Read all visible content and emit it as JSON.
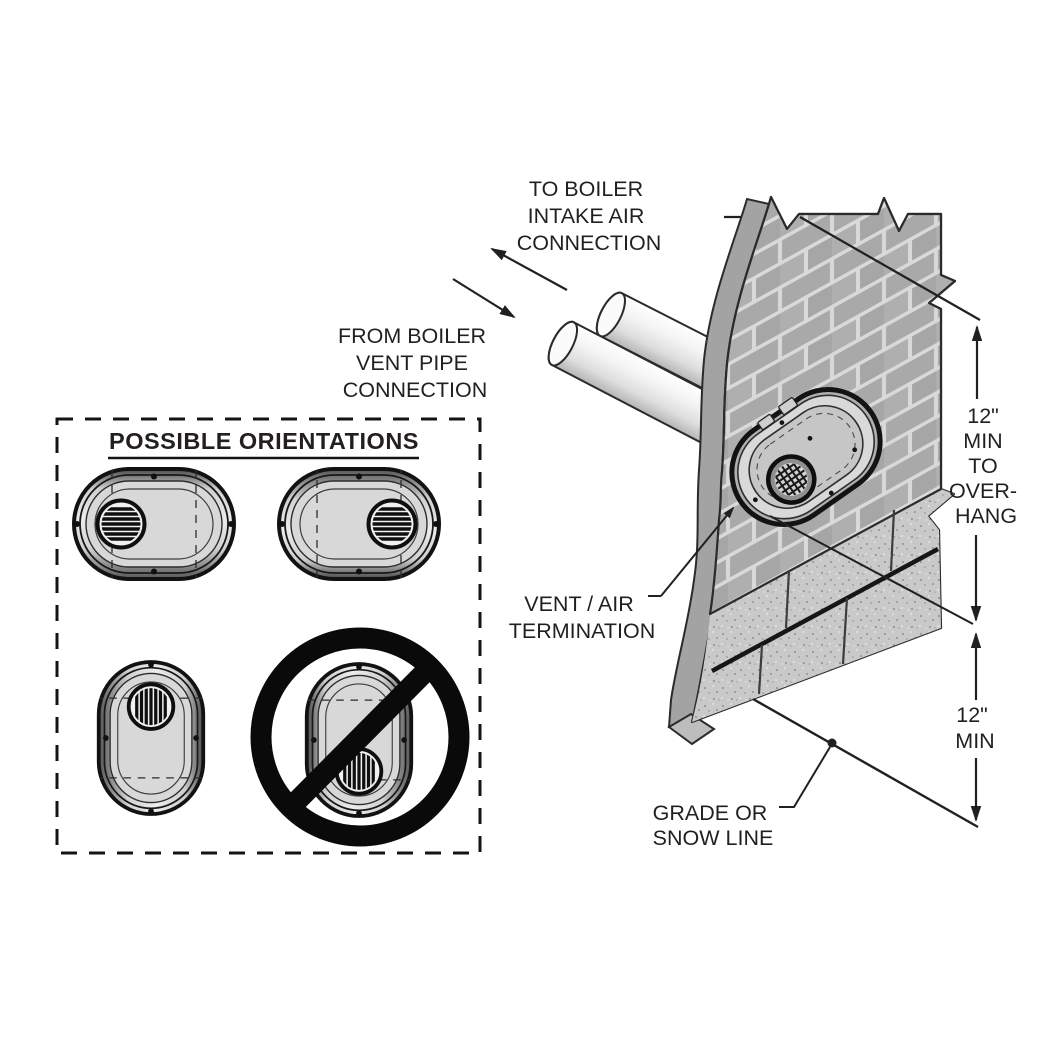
{
  "diagram": {
    "title": "POSSIBLE ORIENTATIONS",
    "labels": {
      "to_boiler": [
        "TO BOILER",
        "INTAKE AIR",
        "CONNECTION"
      ],
      "from_boiler": [
        "FROM BOILER",
        "VENT PIPE",
        "CONNECTION"
      ],
      "termination": [
        "VENT / AIR",
        "TERMINATION"
      ],
      "overhang_dim": [
        "12\"",
        "MIN",
        "TO",
        "OVER-",
        "HANG"
      ],
      "grade_dim": [
        "12\"",
        "MIN"
      ],
      "grade": [
        "GRADE OR",
        "SNOW LINE"
      ]
    },
    "dimensions": {
      "overhang_clearance": "12\" MIN TO OVERHANG",
      "grade_clearance": "12\" MIN"
    },
    "colors": {
      "line": "#231f20",
      "brick": "#a9a9a9",
      "mortar": "#d9d9d9",
      "block": "#c9c9c9",
      "wall_edge": "#a3a3a3",
      "metal_light": "#d9d9d9",
      "metal_mid": "#c6c6c6",
      "metal_dark": "#b0b0b0",
      "prohibition": "#0a0a0a",
      "background": "#ffffff"
    }
  }
}
